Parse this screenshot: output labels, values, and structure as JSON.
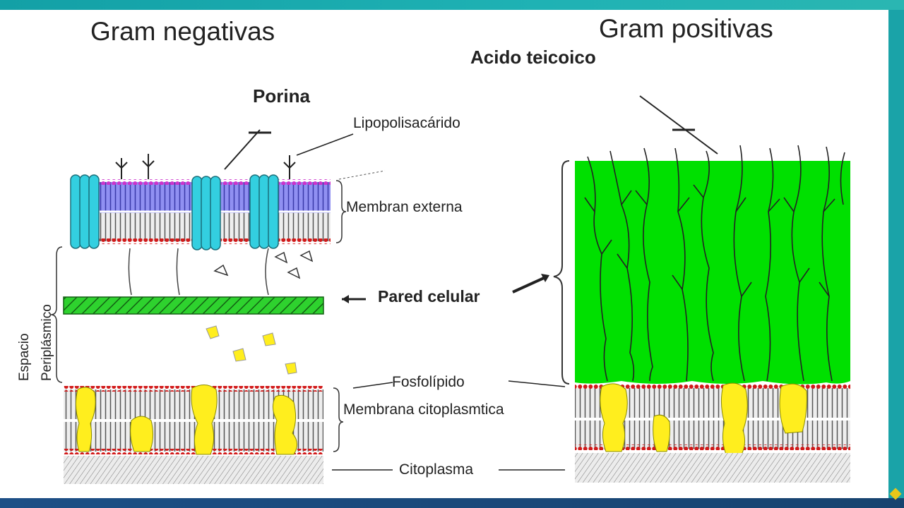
{
  "diagram": {
    "negative": {
      "title": "Gram negativas",
      "porin_label": "Porina",
      "lps_label": "Lipopolisacárido",
      "outer_membrane_label": "Membran externa",
      "periplasm_label_line1": "Espacio",
      "periplasm_label_line2": "Periplásmico"
    },
    "positive": {
      "title": "Gram positivas",
      "teichoic_label": "Acido teicoico"
    },
    "shared": {
      "cell_wall_label": "Pared celular",
      "phospholipid_label": "Fosfolípido",
      "cytoplasmic_membrane_label": "Membrana citoplasmtica",
      "cytoplasm_label": "Citoplasma"
    },
    "colors": {
      "peptidoglycan_green": "#00e000",
      "porin_cyan": "#33cfe0",
      "protein_yellow": "#ffee1e",
      "lps_magenta": "#cc33cc",
      "outer_leaflet_blue": "#8a8af0",
      "lipid_head_red": "#d11a1a"
    }
  }
}
